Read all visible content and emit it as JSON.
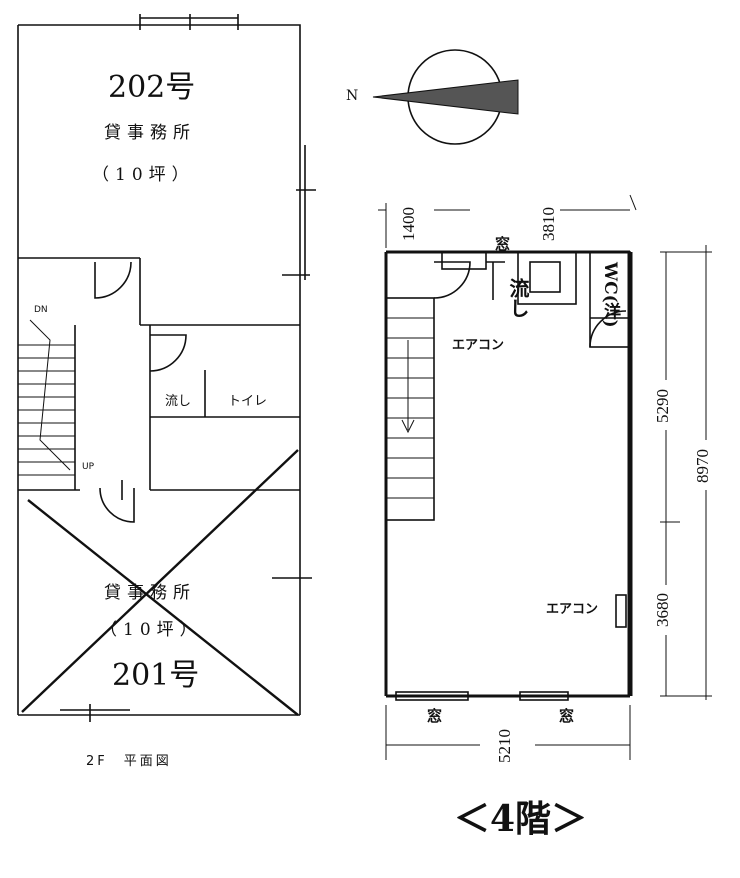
{
  "left_plan": {
    "room_202": {
      "number": "202号",
      "use": "貸事務所",
      "size": "（10坪）"
    },
    "room_201": {
      "number": "201号",
      "use": "貸事務所",
      "size": "（10坪）"
    },
    "dn": "DN",
    "up": "UP",
    "sink": "流し",
    "toilet": "トイレ",
    "caption": "2F　平面図"
  },
  "right_plan": {
    "north": "N",
    "dim_top_left": "1400",
    "dim_top_right": "3810",
    "dim_right_upper": "5290",
    "dim_right_lower": "3680",
    "dim_right_total": "8970",
    "dim_bottom": "5210",
    "window_top": "窓",
    "window_bottom_left": "窓",
    "window_bottom_right": "窓",
    "sink": "流し",
    "wc": "WC(洋)",
    "aircon_top": "エアコン",
    "aircon_right": "エアコン",
    "title": "＜4階＞"
  }
}
